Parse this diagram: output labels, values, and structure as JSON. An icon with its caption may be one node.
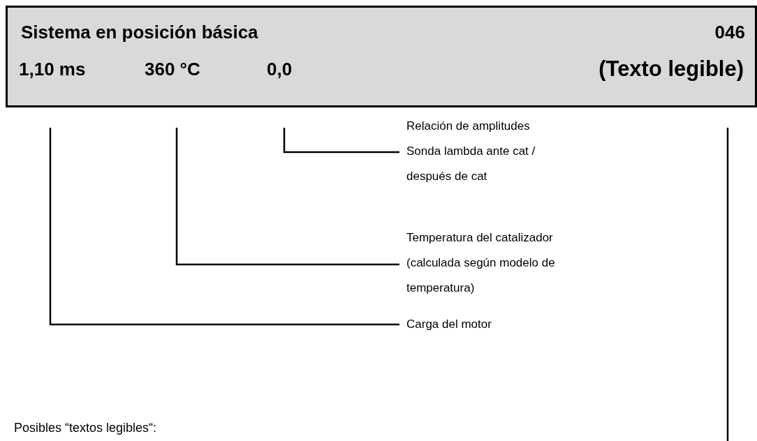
{
  "diagram": {
    "nodes": [
      {
        "text": [
          "Sistema en posición básica",
          "046"
        ]
      },
      {
        "text": [
          "1,10 ms"
        ],
        "in": 0
      },
      {
        "text": [
          "360 °C"
        ],
        "in": 0
      },
      {
        "text": [
          "0,0"
        ],
        "in": 0
      },
      {
        "text": [
          "(Texto legible)"
        ],
        "in": 0
      },
      {
        "text": [
          "Relación de amplitudes Sonda lambda ante cat / después de cat"
        ]
      },
      {
        "text": [
          "Temperatura del catalizador (calculada según modelo de temperatura)"
        ]
      },
      {
        "text": [
          "Carga del motor"
        ]
      }
    ],
    "edges": [
      {
        "from": 5,
        "to": 3,
        "arrow": "none"
      },
      {
        "from": 6,
        "to": 2,
        "arrow": "none"
      },
      {
        "from": 7,
        "to": 1,
        "arrow": "none"
      },
      {
        "from": 4,
        "to": null,
        "arrow": "none"
      }
    ],
    "labels": [
      "Posibles “textos legibles“:"
    ]
  }
}
